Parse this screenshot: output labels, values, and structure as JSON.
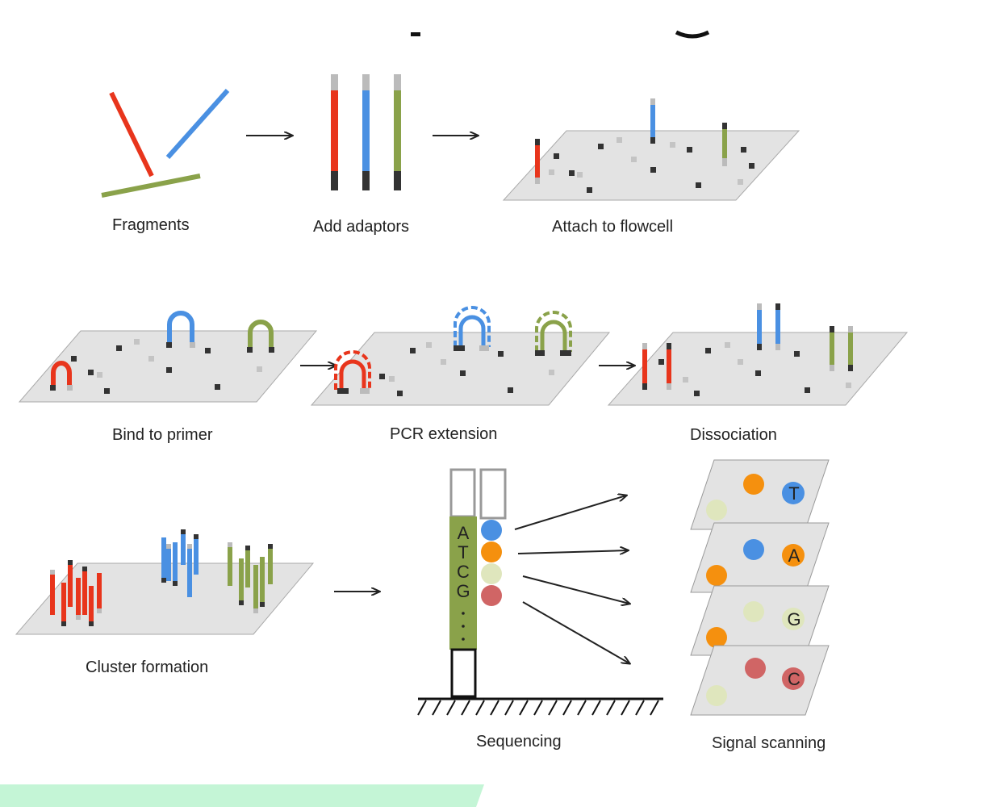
{
  "colors": {
    "red": "#e8351c",
    "blue": "#4a90e2",
    "green": "#8aa24a",
    "orange": "#f5900e",
    "pale_green": "#dfe6bd",
    "rose": "#d06565",
    "plate": "#e3e3e3",
    "adaptor_dark": "#333333",
    "adaptor_light": "#bbbbbb",
    "mint": "#c4f5d6"
  },
  "steps": {
    "fragments": "Fragments",
    "add_adaptors": "Add adaptors",
    "attach": "Attach to flowcell",
    "bind": "Bind to primer",
    "pcr": "PCR extension",
    "dissociation": "Dissociation",
    "cluster": "Cluster formation",
    "sequencing": "Sequencing",
    "signal": "Signal scanning"
  },
  "sequence_letters": [
    "A",
    "T",
    "C",
    "G"
  ],
  "sequence_dots": ".\n.\n.",
  "scan_bases": [
    "T",
    "A",
    "G",
    "C"
  ]
}
